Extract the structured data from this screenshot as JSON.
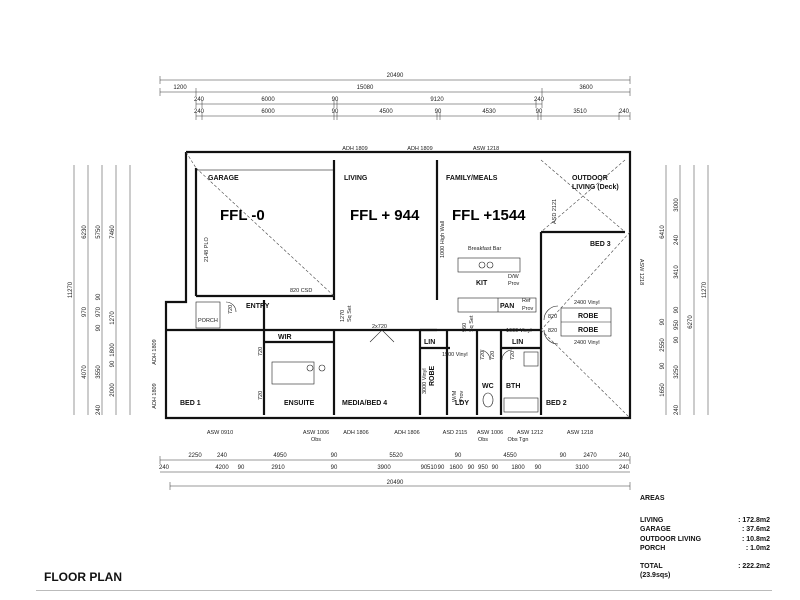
{
  "title": "FLOOR PLAN",
  "levels": [
    {
      "id": "garage",
      "text": "FFL -0"
    },
    {
      "id": "living",
      "text": "FFL + 944"
    },
    {
      "id": "family",
      "text": "FFL +1544"
    }
  ],
  "rooms": {
    "garage": "GARAGE",
    "living": "LIVING",
    "family": "FAMILY/MEALS",
    "outdoor": "OUTDOOR",
    "outdoor2": "LIVING (Deck)",
    "bed3": "BED 3",
    "entry": "ENTRY",
    "porch": "PORCH",
    "wir": "WIR",
    "ensuite": "ENSUITE",
    "bed1": "BED 1",
    "media": "MEDIA/BED 4",
    "kit": "KIT",
    "pan": "PAN",
    "robe1": "ROBE",
    "robe2": "ROBE",
    "robe3": "ROBE",
    "lin1": "LIN",
    "lin2": "LIN",
    "ldy": "LDY",
    "wc": "WC",
    "bth": "BTH",
    "bed2": "BED 2"
  },
  "notes": {
    "breakfast": "Breakfast Bar",
    "dw": "D/W",
    "prov": "Prov",
    "refprov": "Ref",
    "refprov2": "Prov",
    "csd": "820 CSD",
    "door2x720": "2x720",
    "vinyl2400a": "2400 Vinyl",
    "vinyl2400b": "2400 Vinyl",
    "vinyl1600": "1600 Vinyl",
    "vinyl1500": "1500 Vinyl",
    "vinyl3000": "3000 Vinyl",
    "highwall": "1000 High Wall",
    "plo": "2148 PLO",
    "asd": "ASD 2121",
    "sqset1": "1270",
    "sqset1b": "Sq Set",
    "sqset2": "960",
    "sqset2b": "Sq Set",
    "wm": "W/M",
    "wm2": "Prov",
    "d820a": "820",
    "d820b": "820",
    "d720a": "720",
    "d720b": "720",
    "d720c": "720",
    "d720d": "720",
    "d720e": "720",
    "d720f": "720"
  },
  "top_windows": [
    "ADH 1809",
    "ADH 1809",
    "ASW 1218"
  ],
  "bottom_windows": [
    "ASW 0910",
    "ASW 1006",
    "Obs",
    "ADH 1806",
    "ADH 1806",
    "ASD 2115",
    "ASW 1006",
    "Obs",
    "ASW 1212",
    "Obs Tgn",
    "ASW 1218"
  ],
  "side_windows": [
    "ADH 1809",
    "ADH 1809",
    "ASW 1218"
  ],
  "dims_top": {
    "overall": "20490",
    "row2": [
      "1200",
      "15080",
      "3600"
    ],
    "row3": [
      "240",
      "6000",
      "90",
      "9120",
      "240"
    ],
    "row4": [
      "240",
      "6000",
      "90",
      "4500",
      "90",
      "4530",
      "90",
      "3510",
      "240"
    ]
  },
  "dims_bottom": {
    "row1": [
      "2250",
      "240",
      "4950",
      "90",
      "5520",
      "90",
      "4550",
      "90",
      "2470",
      "240"
    ],
    "row2": [
      "240",
      "4200",
      "90",
      "2910",
      "90",
      "3900",
      "90",
      "510",
      "90",
      "1600",
      "90",
      "950",
      "90",
      "1800",
      "90",
      "3100",
      "240"
    ],
    "overall": "20490"
  },
  "dims_left": {
    "outer": "11270",
    "col2": [
      "6230",
      "970",
      "4070"
    ],
    "col3": [
      "5750",
      "90",
      "970",
      "90",
      "3550",
      "240"
    ],
    "col4": [
      "7460",
      "1270",
      "1800",
      "90",
      "2000"
    ]
  },
  "dims_right": {
    "outer": "11270",
    "col2": [
      "6410",
      "90",
      "2550",
      "90",
      "1650"
    ],
    "col3": [
      "3000",
      "240",
      "3410",
      "90",
      "950",
      "90",
      "3250",
      "240"
    ],
    "col4": [
      "6270"
    ]
  },
  "areas": {
    "heading": "AREAS",
    "items": [
      {
        "label": "LIVING",
        "value": ": 172.8m2"
      },
      {
        "label": "GARAGE",
        "value": ": 37.6m2"
      },
      {
        "label": "OUTDOOR LIVING",
        "value": ": 10.8m2"
      },
      {
        "label": "PORCH",
        "value": ": 1.0m2"
      }
    ],
    "total_label": "TOTAL",
    "total_value": ": 222.2m2",
    "total_sub": "(23.9sqs)"
  }
}
